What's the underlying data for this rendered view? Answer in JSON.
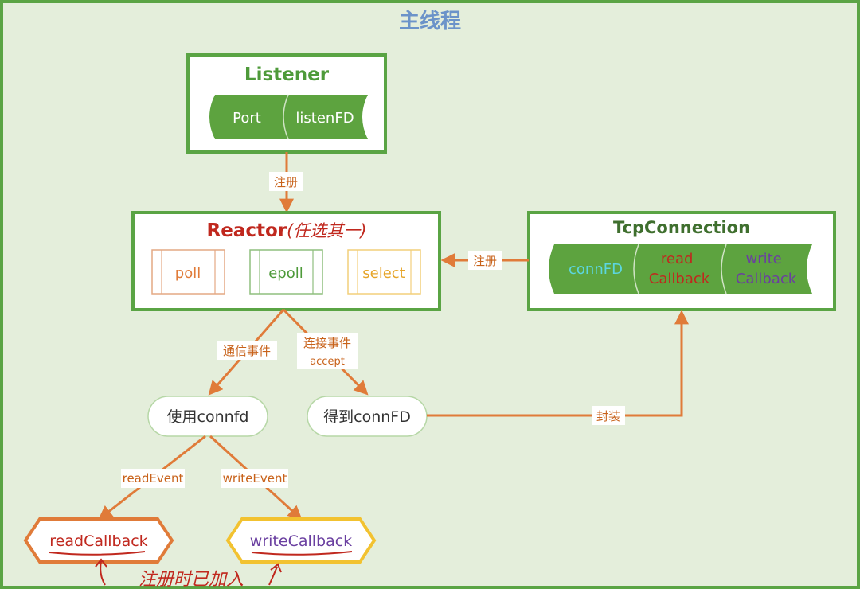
{
  "title": "主线程",
  "listener": {
    "title": "Listener",
    "fields": [
      "Port",
      "listenFD"
    ]
  },
  "reactor": {
    "title": "Reactor",
    "note": "(任选其一)",
    "options": [
      "poll",
      "epoll",
      "select"
    ]
  },
  "tcpconnection": {
    "title": "TcpConnection",
    "fields": [
      "connFD",
      "read Callback",
      "write Callback"
    ],
    "field_lines": [
      [
        "connFD"
      ],
      [
        "read",
        "Callback"
      ],
      [
        "write",
        "Callback"
      ]
    ]
  },
  "edges": {
    "register1": "注册",
    "register2": "注册",
    "comm_event": "通信事件",
    "conn_event": "连接事件",
    "accept": "accept",
    "wrap": "封装",
    "read_event": "readEvent",
    "write_event": "writeEvent"
  },
  "nodes": {
    "use_connfd": "使用connfd",
    "get_connfd": "得到connFD",
    "read_callback": "readCallback",
    "write_callback": "writeCallback"
  },
  "annotation": "注册时已加入",
  "colors": {
    "green_dark": "#4e9a3a",
    "green_fill": "#5da33f",
    "bg": "#e3edd9",
    "orange": "#e07b39",
    "red": "#c0281e",
    "yellow": "#f2c230",
    "purple": "#6a3fa0",
    "cyan": "#5cd6e0",
    "blue_title": "#6b93c9"
  }
}
